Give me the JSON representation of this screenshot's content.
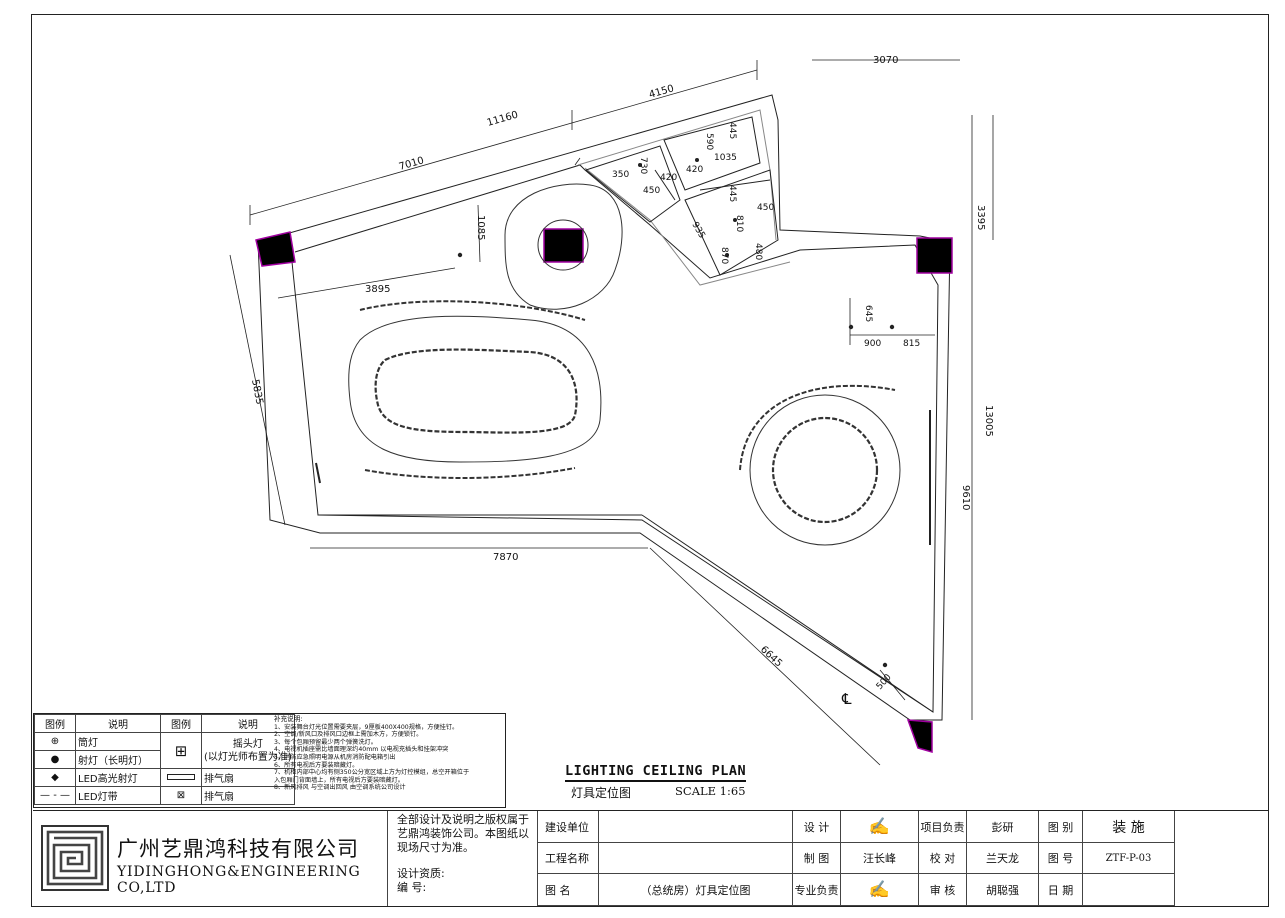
{
  "dimensions": {
    "top_total": "11160",
    "top_left": "7010",
    "top_right": "4150",
    "top_far_right": "3070",
    "right_upper": "3395",
    "right_total": "13005",
    "right_lower": "9610",
    "left": "5835",
    "left_offset": "1085",
    "inner_left": "3895",
    "bottom_left": "7870",
    "bottom_diag": "6645",
    "light_spacing_a": "645",
    "light_spacing_b": "900",
    "light_spacing_c": "815",
    "light_offset_bottom": "500",
    "room_a_1": "350",
    "room_a_2": "730",
    "room_a_3": "450",
    "room_a_4": "420",
    "room_b_1": "590",
    "room_b_2": "445",
    "room_b_3": "420",
    "room_b_4": "1035",
    "room_c_1": "445",
    "room_c_2": "450",
    "room_c_3": "935",
    "room_c_4": "810",
    "room_c_5": "870",
    "room_c_6": "480",
    "centerline": "℄"
  },
  "legend": {
    "header_symbol": "图例",
    "header_desc": "说明",
    "header_symbol_2": "图例",
    "header_desc_2": "说明",
    "items": [
      {
        "icon": "downlight-icon",
        "label": "筒灯"
      },
      {
        "icon": "spotlight-icon",
        "label": "射灯（长明灯）"
      },
      {
        "icon": "led-spotlight-icon",
        "label": "LED高光射灯"
      },
      {
        "icon": "led-strip-icon",
        "label": "LED灯带"
      }
    ],
    "items_2": [
      {
        "icon": "moving-head-icon",
        "label_1": "摇头灯",
        "label_2": "(以灯光师布置为准)"
      },
      {
        "icon": "exhaust-fan-bar-icon",
        "label": "排气扇"
      },
      {
        "icon": "exhaust-fan-square-icon",
        "label": "排气扇"
      }
    ],
    "notes_title": "补充说明:",
    "notes": [
      "1、安装舞台灯光位置需要夹层，9厘板400X400规格，方便挂钉。",
      "2、空调/新风口及排风口边框上需加木方，方便锁钉。",
      "3、每个包厢预留最少两个弹簧洗灯。",
      "4、电视机插座需比墙面理深约40mm 以电视充插头和挂架冲突",
      "5、消防应急照明电源从机房消防配电箱引出",
      "6、所有电视后方要装暗藏灯。",
      "7、机柜内部中心均有侧350公分宽区域上方为灯控模组，总空开箱位于",
      "   入包厢门背面墙上，所有电视后方要装暗藏灯。",
      "8、新风排风  与空调出回风  由空调系统公司设计"
    ]
  },
  "plan_title": {
    "english": "LIGHTING CEILING PLAN",
    "chinese": "灯具定位图",
    "scale": "SCALE 1:65"
  },
  "title_block": {
    "company_cn": "广州艺鼎鸿科技有限公司",
    "company_en": "YIDINGHONG&ENGINEERING CO,LTD",
    "copyright": "全部设计及说明之版权属于艺鼎鸿装饰公司。本图纸以现场尺寸为准。",
    "qual_label": "设计资质:",
    "number_label": "编      号:",
    "construction_unit": "建设单位",
    "project_name": "工程名称",
    "drawing_name_label": "图      名",
    "drawing_name": "（总统房）灯具定位图",
    "design_label": "设      计",
    "draft_label": "制      图",
    "draft_value": "汪长峰",
    "specialty_label": "专业负责",
    "pm_label": "项目负责",
    "pm_value": "彭研",
    "check_label": "校      对",
    "check_value": "兰天龙",
    "review_label": "审      核",
    "review_value": "胡聪强",
    "category_label": "图      别",
    "category_value": "装    施",
    "number_code_label": "图      号",
    "number_code_value": "ZTF-P-03",
    "date_label": "日      期"
  }
}
